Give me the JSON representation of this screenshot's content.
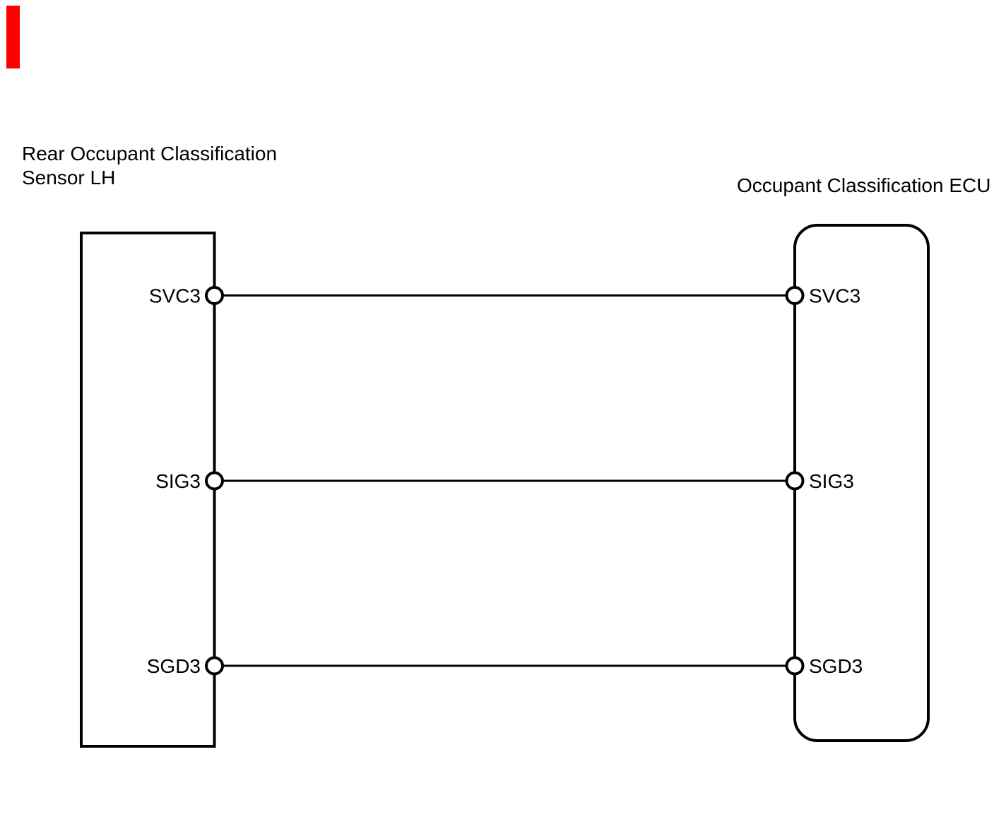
{
  "figure": {
    "title_left_line1": "Rear Occupant Classification",
    "title_left_line2": "Sensor LH",
    "title_right": "Occupant Classification ECU",
    "left_pins": [
      "SVC3",
      "SIG3",
      "SGD3"
    ],
    "right_pins": [
      "SVC3",
      "SIG3",
      "SGD3"
    ],
    "wires": [
      {
        "from": "SVC3",
        "to": "SVC3"
      },
      {
        "from": "SIG3",
        "to": "SIG3"
      },
      {
        "from": "SGD3",
        "to": "SGD3"
      }
    ],
    "colors": {
      "line": "#000000",
      "background": "#ffffff",
      "marker": "#fe0000"
    }
  }
}
